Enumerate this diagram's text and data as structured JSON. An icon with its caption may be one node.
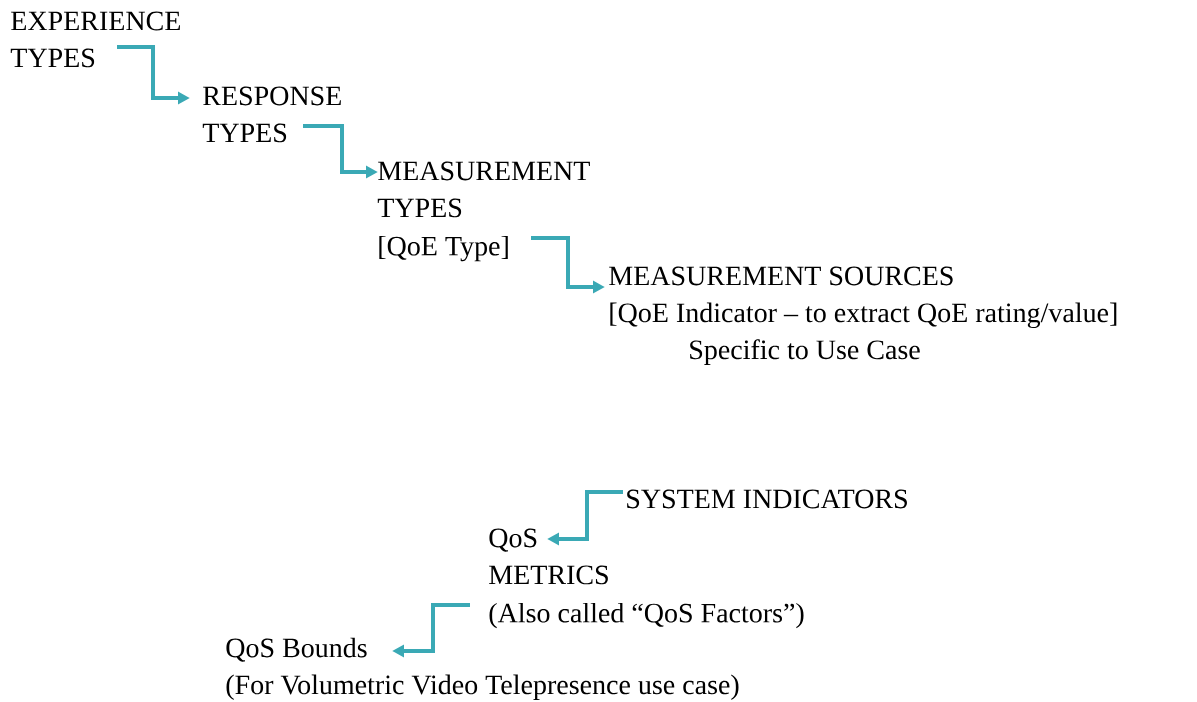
{
  "diagram": {
    "nodes": [
      {
        "text": [
          "EXPERIENCE TYPES"
        ]
      },
      {
        "text": [
          "RESPONSE TYPES"
        ]
      },
      {
        "text": [
          "MEASUREMENT TYPES",
          "[QoE Type]"
        ]
      },
      {
        "text": [
          "MEASUREMENT SOURCES",
          "[QoE Indicator – to extract QoE rating/value]",
          "Specific to Use Case"
        ]
      },
      {
        "text": [
          "SYSTEM INDICATORS"
        ]
      },
      {
        "text": [
          "QoS METRICS",
          "(Also called “QoS Factors”)"
        ]
      },
      {
        "text": [
          "QoS Bounds",
          "(For Volumetric Video Telepresence use case)"
        ]
      }
    ],
    "edges": [
      {
        "from": 0,
        "to": 1,
        "arrow": "to"
      },
      {
        "from": 1,
        "to": 2,
        "arrow": "to"
      },
      {
        "from": 2,
        "to": 3,
        "arrow": "to"
      },
      {
        "from": 4,
        "to": 5,
        "arrow": "to"
      },
      {
        "from": 5,
        "to": 6,
        "arrow": "to"
      }
    ]
  }
}
